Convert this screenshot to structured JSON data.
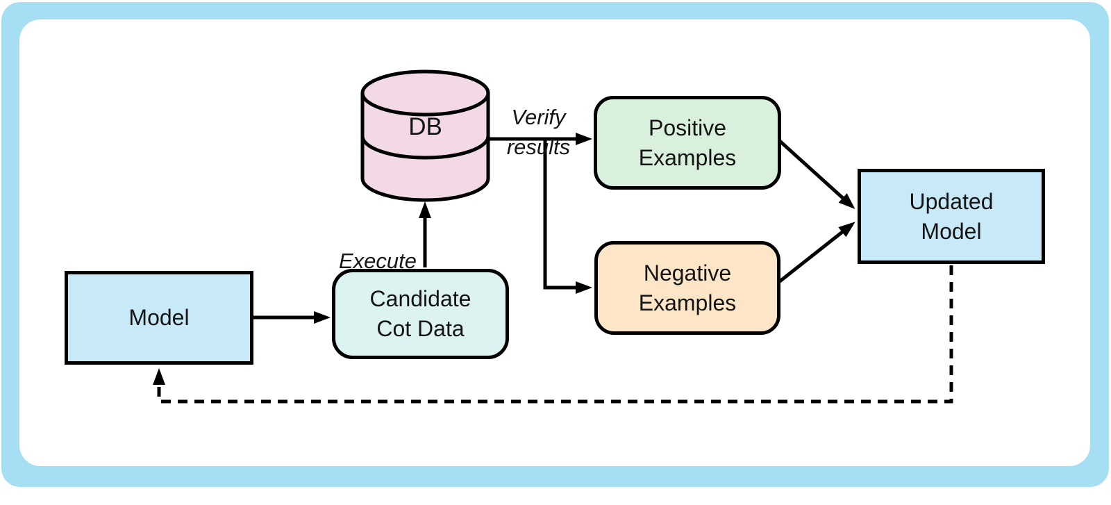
{
  "nodes": {
    "model": {
      "label": "Model"
    },
    "candidate_cot_data": {
      "label": "Candidate\nCot Data"
    },
    "db": {
      "label": "DB"
    },
    "positive_examples": {
      "label": "Positive\nExamples"
    },
    "negative_examples": {
      "label": "Negative\nExamples"
    },
    "updated_model": {
      "label": "Updated\nModel"
    }
  },
  "edge_labels": {
    "execute": "Execute",
    "verify_results": "Verify\nresults"
  },
  "colors": {
    "frame_blue": "#a6dff4",
    "model_fill": "#c8e9f7",
    "candidate_fill": "#dcf3f2",
    "db_fill": "#f3d8e5",
    "positive_fill": "#d9f0dd",
    "negative_fill": "#fde6c7",
    "updated_fill": "#c8e9f7",
    "line_black": "#000000",
    "text": "#141414"
  }
}
